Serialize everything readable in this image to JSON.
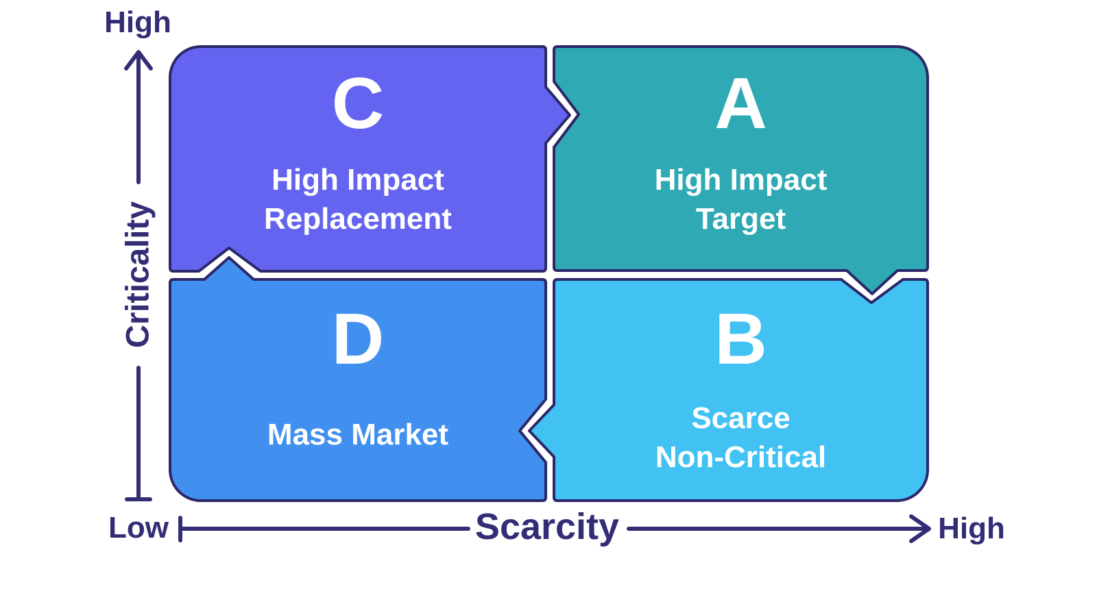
{
  "diagram": {
    "y_axis": {
      "label": "Criticality",
      "top_label": "High"
    },
    "x_axis": {
      "label": "Scarcity",
      "left_label": "Low",
      "right_label": "High"
    },
    "quadrants": {
      "c": {
        "letter": "C",
        "line1": "High Impact",
        "line2": "Replacement",
        "color": "#6564F0",
        "position": "top-left"
      },
      "a": {
        "letter": "A",
        "line1": "High Impact",
        "line2": "Target",
        "color": "#2FA9B3",
        "position": "top-right"
      },
      "d": {
        "letter": "D",
        "line1": "Mass Market",
        "color": "#4190F0",
        "position": "bottom-left"
      },
      "b": {
        "letter": "B",
        "line1": "Scarce",
        "line2": "Non-Critical",
        "color": "#41C2F2",
        "position": "bottom-right"
      }
    },
    "colors": {
      "outline": "#2B2768",
      "axis": "#322D75",
      "quadrant_text": "#FFFFFF",
      "background": "#FFFFFF"
    }
  }
}
